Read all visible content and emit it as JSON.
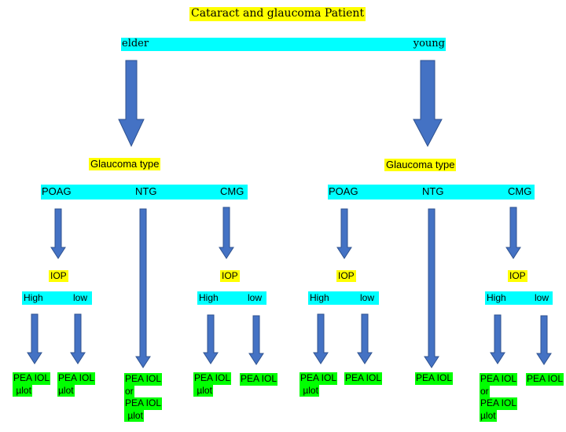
{
  "title": "Cataract and glaucoma Patient",
  "age_bar": {
    "left": "elder",
    "right": "young"
  },
  "groups": [
    {
      "heading": "Glaucoma type",
      "types": [
        "POAG",
        "NTG",
        "CMG"
      ],
      "poag": {
        "iop": "IOP",
        "high": "High",
        "low": "low"
      },
      "cmg": {
        "iop": "IOP",
        "high": "High",
        "low": "low"
      },
      "leaves": {
        "poag_high": [
          "PEA IOL",
          " µlot"
        ],
        "poag_low": [
          "PEA IOL",
          "µlot"
        ],
        "ntg": [
          "PEA IOL",
          "or",
          "PEA IOL",
          " µlot"
        ],
        "cmg_high": [
          "PEA IOL",
          " µlot"
        ],
        "cmg_low": [
          "PEA IOL"
        ]
      }
    },
    {
      "heading": "Glaucoma type",
      "types": [
        "POAG",
        "NTG",
        "CMG"
      ],
      "poag": {
        "iop": "IOP",
        "high": "High",
        "low": "low"
      },
      "cmg": {
        "iop": "IOP",
        "high": "High",
        "low": "low"
      },
      "leaves": {
        "poag_high": [
          "PEA IOL",
          " µlot"
        ],
        "poag_low": [
          "PEA IOL"
        ],
        "ntg": [
          "PEA IOL"
        ],
        "cmg_high": [
          "PEA IOL",
          "or",
          "PEA IOL",
          "µlot"
        ],
        "cmg_low": [
          "PEA IOL"
        ]
      }
    }
  ],
  "colors": {
    "title_highlight": "#ffff00",
    "bar": "#00ffff",
    "leaf": "#00ff00",
    "arrow_fill": "#4472c4",
    "arrow_stroke": "#2f528f"
  }
}
